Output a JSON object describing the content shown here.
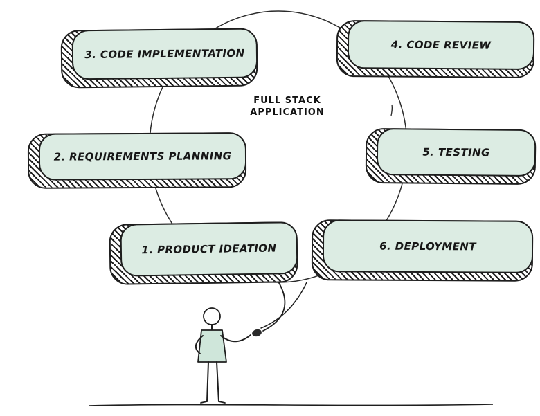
{
  "diagram": {
    "center_label": {
      "line1": "FULL STACK",
      "line2": "APPLICATION"
    },
    "steps": [
      {
        "id": 1,
        "label": "1. PRODUCT IDEATION"
      },
      {
        "id": 2,
        "label": "2. REQUIREMENTS PLANNING"
      },
      {
        "id": 3,
        "label": "3. CODE IMPLEMENTATION"
      },
      {
        "id": 4,
        "label": "4. CODE REVIEW"
      },
      {
        "id": 5,
        "label": "5. TESTING"
      },
      {
        "id": 6,
        "label": "6. DEPLOYMENT"
      }
    ],
    "colors": {
      "background": "#ffffff",
      "box_fill": "#dcece3",
      "outline": "#1e1e1e",
      "figure_vest": "#cfe6da"
    }
  }
}
